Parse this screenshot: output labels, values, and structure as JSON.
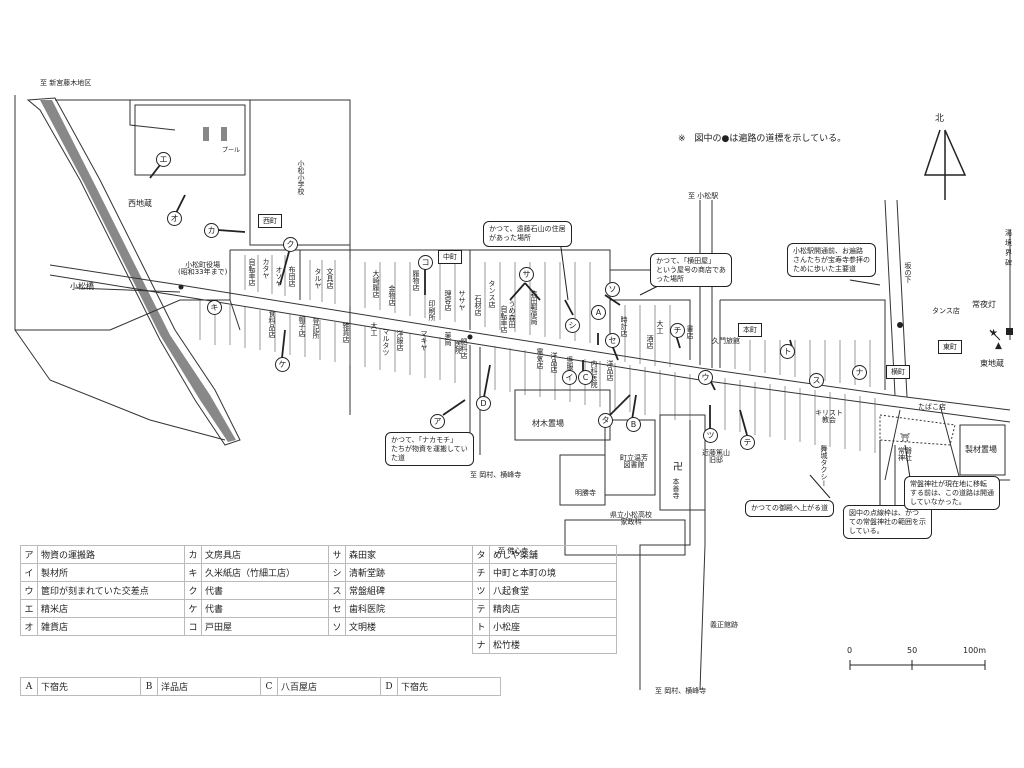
{
  "note": "※　図中の●は遍路の道標を示している。",
  "north_label": "北",
  "directions": {
    "top_left": "至 新宮藤木地区",
    "komatsu_station": "至 小松駅",
    "bottom_center": "至 岡村、横峰寺",
    "bottom": "至 岡村、横峰寺",
    "busshinji": "至 佛心寺",
    "yuzakai": "湯",
    "yuzakai2": "境",
    "yuzakai3": "界",
    "yuzakai4": "碑"
  },
  "districts": {
    "nishimachi": "西町",
    "nakamachi": "中町",
    "honmachi": "本町",
    "higashimachi": "東町",
    "yokomachi": "横町"
  },
  "places": {
    "komatsubashi": "小松橋",
    "school": "小松小学校",
    "pool": "プール",
    "nishijizo": "西地蔵",
    "yakuba": "小松町役場\n(昭和33年まで)",
    "zaimoku": "材木置場",
    "seiseiin": "明勝寺",
    "onsen": "町立温芳\n図書館",
    "honzenji": "本善寺",
    "kenritsu": "県立小松高校\n家政科",
    "kondo": "近藤篤山\n旧邸",
    "tokiwa": "常磐\n神社",
    "seizai": "製材置場",
    "higashijizo": "東地蔵",
    "joyato": "常夜灯",
    "sakanoshita": "坂の下",
    "kumon": "久門旅館",
    "kirisuto": "キリスト\n教会",
    "maijo": "舞城タクシー",
    "tansu": "タンス店",
    "tabako": "たばこ店",
    "kiho": "義正館跡"
  },
  "bubbles": {
    "endo": "かつて、遠藤石山の住居\nがあった場所",
    "yokotaya": "かつて、「横田屋」\nという屋号の商店であ\nった場所",
    "henro": "小松駅開通前、お遍路\nさんたちが宝寿寺参拝の\nために歩いた主要道",
    "nakamochi": "かつて、「ナカモチ」\nたちが物資を運搬してい\nた道",
    "goten": "かつての御殿へ上がる道",
    "tenken": "図中の点線枠は、かつ\nての常盤神社の範囲を示\nしている。",
    "tokiwa_move": "常盤神社が現在地に移転\nする前は、この道路は開通\nしていなかった。"
  },
  "shops_north": [
    "自転車店",
    "カタヤ",
    "オソヤ",
    "布団店",
    "タルヤ",
    "文具店",
    "大崎履店",
    "金物店",
    "履物店",
    "印刷所",
    "理容店",
    "ササヤ",
    "石材店",
    "タンス店",
    "自転車店",
    "うめ森田",
    "森田郵便局"
  ],
  "shops_south": [
    "食料品店",
    "帽子店",
    "登記所",
    "雑貨店",
    "大工",
    "マルタツ",
    "洋服店",
    "マキヤ",
    "薬局",
    "医院",
    "肥料店",
    "電気店",
    "洋品店",
    "呉服店",
    "内科医院",
    "洋品店",
    "時計店",
    "酒店",
    "大工",
    "書店"
  ],
  "scale": {
    "label0": "0",
    "label50": "50",
    "label100": "100m"
  },
  "legend": [
    [
      {
        "k": "ア",
        "v": "物資の運搬路"
      },
      {
        "k": "カ",
        "v": "文房具店"
      },
      {
        "k": "サ",
        "v": "森田家"
      },
      {
        "k": "タ",
        "v": "めしや薬舗"
      }
    ],
    [
      {
        "k": "イ",
        "v": "製材所"
      },
      {
        "k": "キ",
        "v": "久米紙店（竹細工店）"
      },
      {
        "k": "シ",
        "v": "清斬堂跡"
      },
      {
        "k": "チ",
        "v": "中町と本町の境"
      }
    ],
    [
      {
        "k": "ウ",
        "v": "篋印が刻まれていた交差点"
      },
      {
        "k": "ク",
        "v": "代書"
      },
      {
        "k": "ス",
        "v": "常盤組碑"
      },
      {
        "k": "ツ",
        "v": "八起食堂"
      }
    ],
    [
      {
        "k": "エ",
        "v": "精米店"
      },
      {
        "k": "ケ",
        "v": "代書"
      },
      {
        "k": "セ",
        "v": "歯科医院"
      },
      {
        "k": "テ",
        "v": "精肉店"
      }
    ],
    [
      {
        "k": "オ",
        "v": "雑貨店"
      },
      {
        "k": "コ",
        "v": "戸田屋"
      },
      {
        "k": "ソ",
        "v": "文明楼"
      },
      {
        "k": "ト",
        "v": "小松座"
      }
    ],
    [
      {
        "k": "",
        "v": ""
      },
      {
        "k": "",
        "v": ""
      },
      {
        "k": "",
        "v": ""
      },
      {
        "k": "ナ",
        "v": "松竹楼"
      }
    ]
  ],
  "legend2": [
    {
      "k": "A",
      "v": "下宿先"
    },
    {
      "k": "B",
      "v": "洋品店"
    },
    {
      "k": "C",
      "v": "八百屋店"
    },
    {
      "k": "D",
      "v": "下宿先"
    }
  ],
  "markers": [
    "エ",
    "オ",
    "カ",
    "ク",
    "キ",
    "ケ",
    "コ",
    "サ",
    "シ",
    "ソ",
    "A",
    "セ",
    "チ",
    "ウ",
    "ト",
    "ス",
    "ナ",
    "イ",
    "C",
    "タ",
    "B",
    "ツ",
    "テ",
    "D",
    "ア"
  ]
}
